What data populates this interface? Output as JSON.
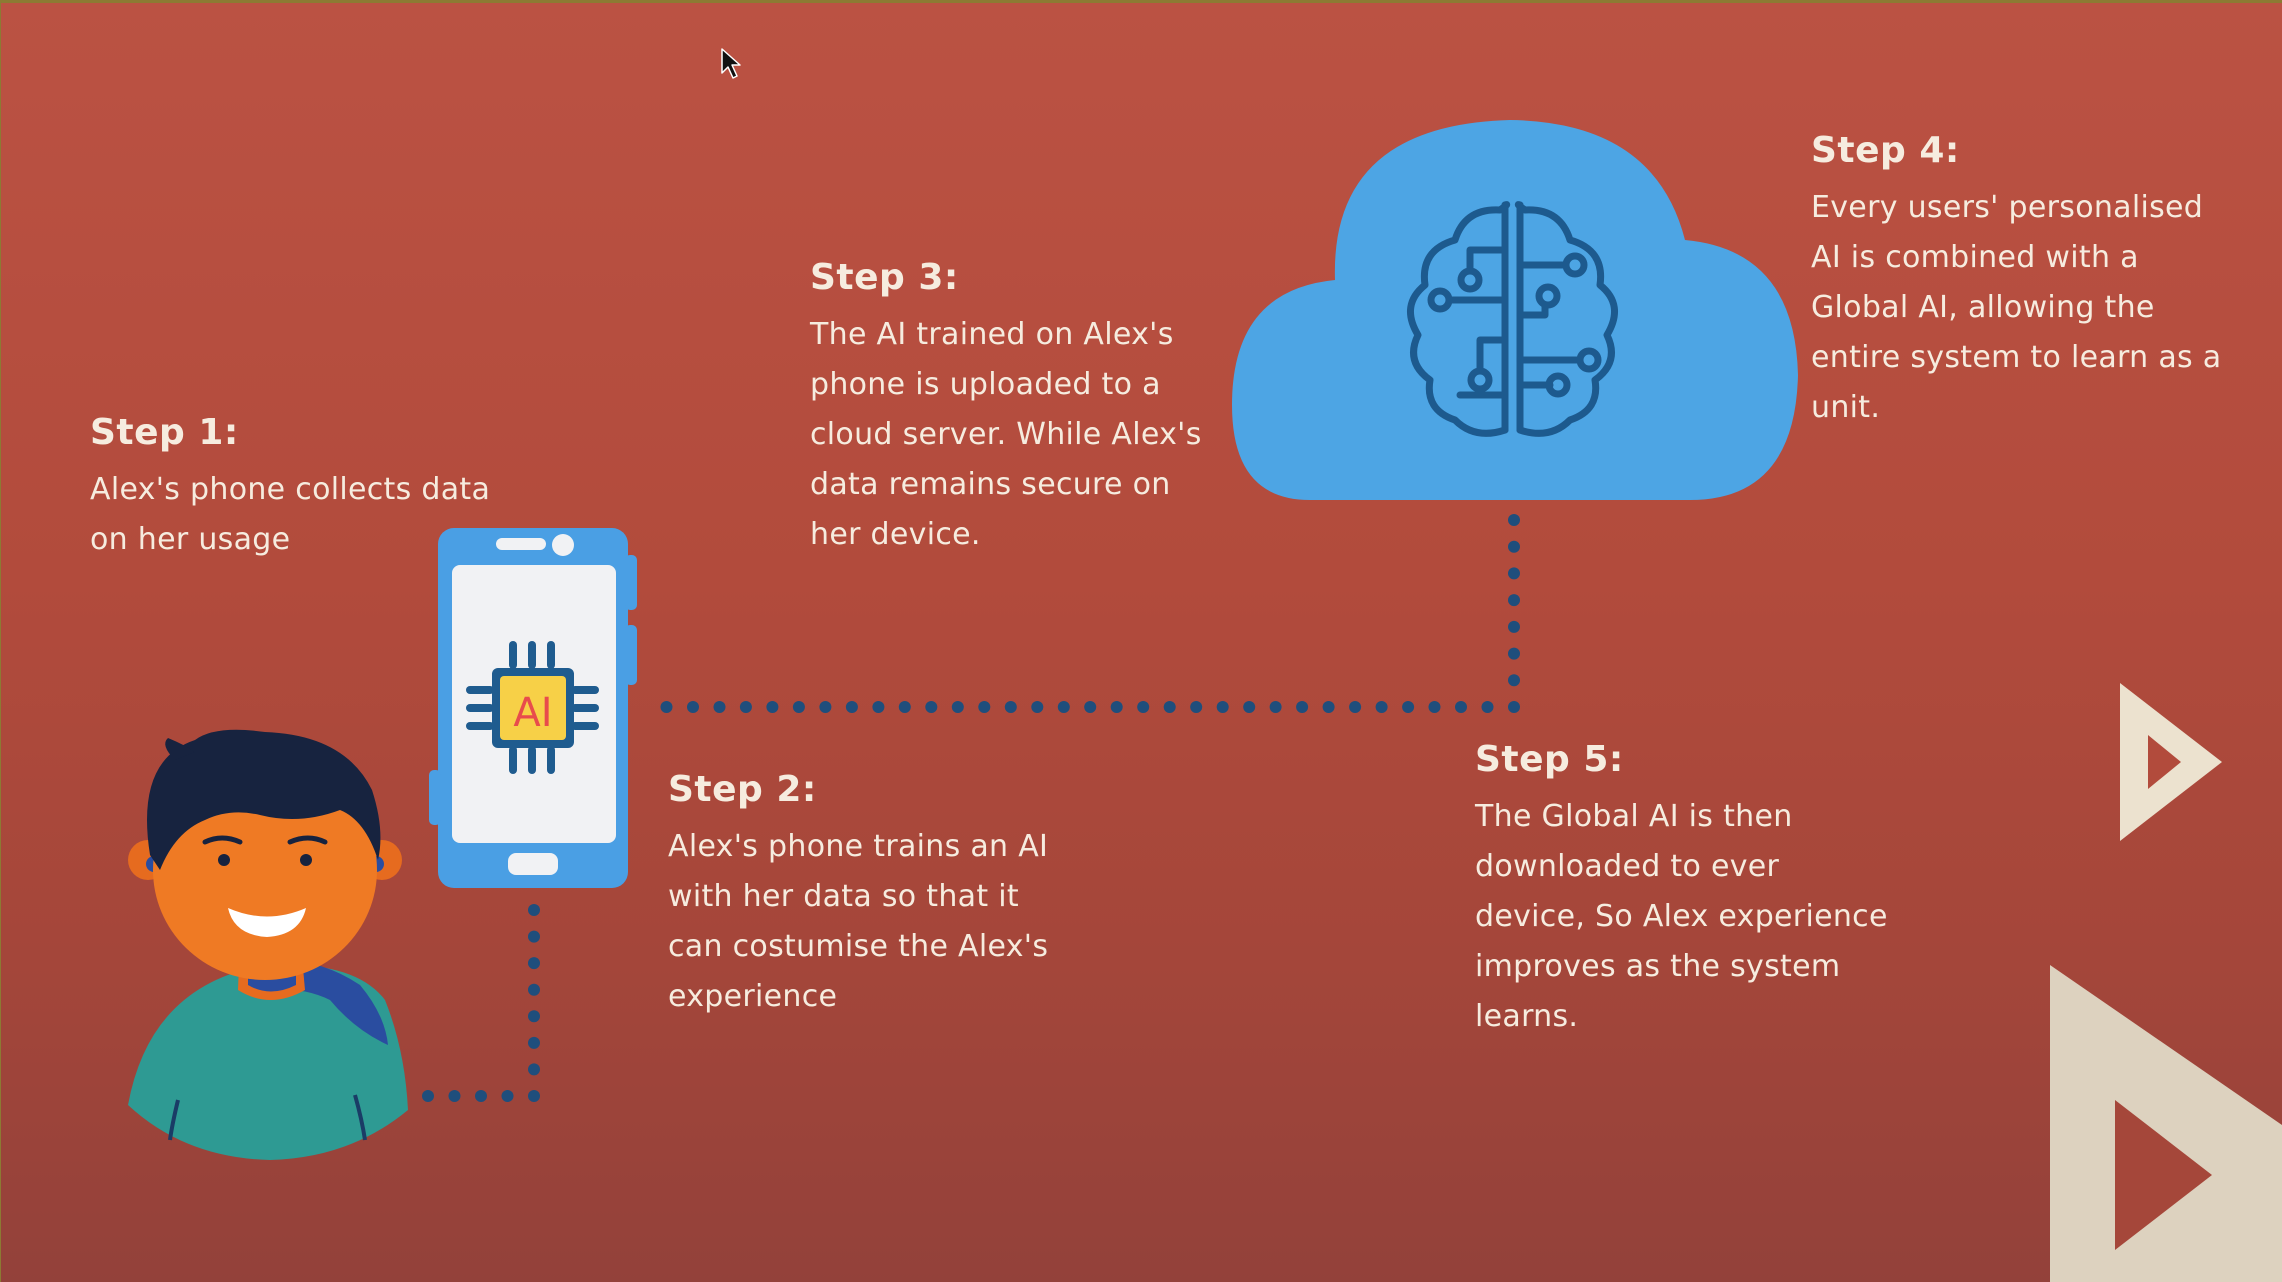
{
  "colors": {
    "background": "#b24b3c",
    "text": "#f6ecdf",
    "phone_blue": "#4a9fe4",
    "chip_blue": "#1f5c8f",
    "chip_yellow": "#f7d047",
    "chip_red": "#e84c4c",
    "cloud_blue": "#4da5e4",
    "brain_stroke": "#1d5a8e",
    "dot_line": "#1f4e7c",
    "play_arrow": "#ece2cf"
  },
  "icons": {
    "phone": "smartphone-icon",
    "chip": "ai-chip-icon",
    "cloud": "cloud-icon",
    "brain": "brain-circuit-icon",
    "avatar": "person-avatar-icon",
    "play": "play-arrow-icon",
    "cursor": "mouse-cursor-icon"
  },
  "chip_label": "AI",
  "steps": {
    "s1": {
      "title": "Step 1:",
      "text": "Alex's phone collects data\non her usage"
    },
    "s2": {
      "title": "Step 2:",
      "text": "Alex's phone trains an AI\nwith her data so that it\ncan costumise the Alex's\nexperience"
    },
    "s3": {
      "title": "Step 3:",
      "text": "The AI trained on Alex's\nphone is uploaded to a\ncloud server. While Alex's\ndata remains secure on\nher device."
    },
    "s4": {
      "title": "Step 4:",
      "text": "Every users' personalised\nAI is combined with a\nGlobal AI, allowing the\nentire system to learn as a\nunit."
    },
    "s5": {
      "title": "Step 5:",
      "text": "The Global AI is then\ndownloaded to ever\ndevice, So Alex experience\nimproves as the system\nlearns."
    }
  }
}
